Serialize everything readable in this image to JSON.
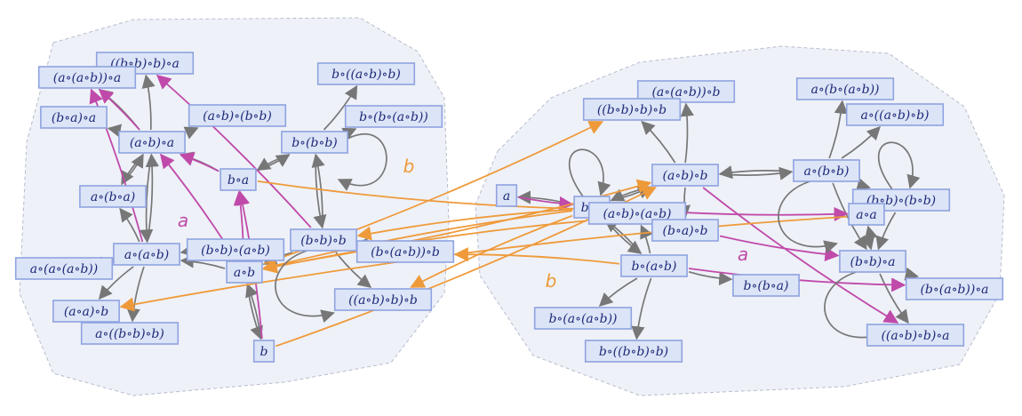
{
  "colors": {
    "gray": "#777777",
    "magenta": "#c04aaa",
    "orange": "#ef9a3a",
    "node_fill": "#dce4f7",
    "node_stroke": "#8fa3e0",
    "node_text": "#1e2a78",
    "region_fill": "#eef1f8"
  },
  "edge_labels": [
    {
      "id": "lbl-a-left",
      "text": "a",
      "color": "magenta"
    },
    {
      "id": "lbl-b-top",
      "text": "b",
      "color": "orange"
    },
    {
      "id": "lbl-a-right",
      "text": "a",
      "color": "magenta"
    },
    {
      "id": "lbl-b-bottom",
      "text": "b",
      "color": "orange"
    }
  ],
  "nodes": [
    {
      "id": "L1",
      "label": "((b∘b)∘b)∘a"
    },
    {
      "id": "L2",
      "label": "(a∘(a∘b))∘a"
    },
    {
      "id": "L3",
      "label": "(b∘a)∘a"
    },
    {
      "id": "L4",
      "label": "(a∘b)∘(b∘b)"
    },
    {
      "id": "L5",
      "label": "b∘((a∘b)∘b)"
    },
    {
      "id": "L6",
      "label": "b∘(b∘(a∘b))"
    },
    {
      "id": "L7",
      "label": "(a∘b)∘a"
    },
    {
      "id": "L8",
      "label": "b∘(b∘b)"
    },
    {
      "id": "L9",
      "label": "b∘a"
    },
    {
      "id": "L10",
      "label": "a∘(b∘a)"
    },
    {
      "id": "L11",
      "label": "a∘(a∘b)"
    },
    {
      "id": "L12",
      "label": "(b∘b)∘(a∘b)"
    },
    {
      "id": "L13",
      "label": "(b∘b)∘b"
    },
    {
      "id": "L14",
      "label": "a∘(a∘(a∘b))"
    },
    {
      "id": "L15",
      "label": "a∘b"
    },
    {
      "id": "L16",
      "label": "(b∘(a∘b))∘b"
    },
    {
      "id": "L17",
      "label": "((a∘b)∘b)∘b"
    },
    {
      "id": "L18",
      "label": "(a∘a)∘b"
    },
    {
      "id": "L19",
      "label": "a∘((b∘b)∘b)"
    },
    {
      "id": "L20",
      "label": "b"
    },
    {
      "id": "R1",
      "label": "(a∘(a∘b))∘b"
    },
    {
      "id": "R2",
      "label": "((b∘b)∘b)∘b"
    },
    {
      "id": "R3",
      "label": "a∘(b∘(a∘b))"
    },
    {
      "id": "R4",
      "label": "a∘((a∘b)∘b)"
    },
    {
      "id": "R5",
      "label": "(a∘b)∘b"
    },
    {
      "id": "R6",
      "label": "a∘(b∘b)"
    },
    {
      "id": "R7",
      "label": "a"
    },
    {
      "id": "R8",
      "label": "b∘b"
    },
    {
      "id": "R9",
      "label": "(a∘b)∘(a∘b)"
    },
    {
      "id": "R10",
      "label": "(b∘b)∘(b∘b)"
    },
    {
      "id": "R11",
      "label": "a∘a"
    },
    {
      "id": "R12",
      "label": "(b∘a)∘b"
    },
    {
      "id": "R13",
      "label": "(b∘b)∘a"
    },
    {
      "id": "R14",
      "label": "b∘(a∘b)"
    },
    {
      "id": "R15",
      "label": "b∘(b∘a)"
    },
    {
      "id": "R16",
      "label": "(b∘(a∘b))∘a"
    },
    {
      "id": "R17",
      "label": "b∘(a∘(a∘b))"
    },
    {
      "id": "R18",
      "label": "((a∘b)∘b)∘a"
    },
    {
      "id": "R19",
      "label": "b∘((b∘b)∘b)"
    }
  ],
  "edges": [
    {
      "from": "L7",
      "to": "L2",
      "color": "gray"
    },
    {
      "from": "L7",
      "to": "L1",
      "color": "gray"
    },
    {
      "from": "L7",
      "to": "L3",
      "color": "gray"
    },
    {
      "from": "L7",
      "to": "L4",
      "color": "gray"
    },
    {
      "from": "L7",
      "to": "L10",
      "color": "gray"
    },
    {
      "from": "L7",
      "to": "L11",
      "color": "gray"
    },
    {
      "from": "L11",
      "to": "L7",
      "color": "gray"
    },
    {
      "from": "L11",
      "to": "L14",
      "color": "gray"
    },
    {
      "from": "L11",
      "to": "L18",
      "color": "gray"
    },
    {
      "from": "L11",
      "to": "L19",
      "color": "gray"
    },
    {
      "from": "L15",
      "to": "L11",
      "color": "gray"
    },
    {
      "from": "L15",
      "to": "L12",
      "color": "gray"
    },
    {
      "from": "L9",
      "to": "L7",
      "color": "gray"
    },
    {
      "from": "L9",
      "to": "L8",
      "color": "gray"
    },
    {
      "from": "L8",
      "to": "L5",
      "color": "gray"
    },
    {
      "from": "L8",
      "to": "L6",
      "color": "gray"
    },
    {
      "from": "L8",
      "to": "L9",
      "color": "gray"
    },
    {
      "from": "L13",
      "to": "L8",
      "color": "gray"
    },
    {
      "from": "L13",
      "to": "L15",
      "color": "gray"
    },
    {
      "from": "L13",
      "to": "L16",
      "color": "gray"
    },
    {
      "from": "L13",
      "to": "L17",
      "color": "gray"
    },
    {
      "from": "L8",
      "to": "L13",
      "color": "gray"
    },
    {
      "from": "L15",
      "to": "L20",
      "color": "gray"
    },
    {
      "from": "L20",
      "to": "L15",
      "color": "gray"
    },
    {
      "from": "L12",
      "to": "L11",
      "color": "gray"
    },
    {
      "from": "L10",
      "to": "L7",
      "color": "gray"
    },
    {
      "from": "L11",
      "to": "L10",
      "color": "gray"
    },
    {
      "from": "L7",
      "to": "L2",
      "color": "magenta"
    },
    {
      "from": "L11",
      "to": "L2",
      "color": "magenta"
    },
    {
      "from": "L9",
      "to": "L7",
      "color": "magenta"
    },
    {
      "from": "L15",
      "to": "L7",
      "color": "magenta"
    },
    {
      "from": "L13",
      "to": "L1",
      "color": "magenta"
    },
    {
      "from": "L15",
      "to": "L9",
      "color": "magenta"
    },
    {
      "from": "L20",
      "to": "L9",
      "color": "magenta"
    },
    {
      "from": "R5",
      "to": "R1",
      "color": "gray"
    },
    {
      "from": "R5",
      "to": "R2",
      "color": "gray"
    },
    {
      "from": "R5",
      "to": "R6",
      "color": "gray"
    },
    {
      "from": "R5",
      "to": "R12",
      "color": "gray"
    },
    {
      "from": "R5",
      "to": "R8",
      "color": "gray"
    },
    {
      "from": "R6",
      "to": "R3",
      "color": "gray"
    },
    {
      "from": "R6",
      "to": "R4",
      "color": "gray"
    },
    {
      "from": "R6",
      "to": "R5",
      "color": "gray"
    },
    {
      "from": "R6",
      "to": "R10",
      "color": "gray"
    },
    {
      "from": "R6",
      "to": "R13",
      "color": "gray"
    },
    {
      "from": "R8",
      "to": "R7",
      "color": "gray"
    },
    {
      "from": "R8",
      "to": "R14",
      "color": "gray"
    },
    {
      "from": "R8",
      "to": "R5",
      "color": "gray"
    },
    {
      "from": "R14",
      "to": "R8",
      "color": "gray"
    },
    {
      "from": "R14",
      "to": "R9",
      "color": "gray"
    },
    {
      "from": "R14",
      "to": "R15",
      "color": "gray"
    },
    {
      "from": "R14",
      "to": "R17",
      "color": "gray"
    },
    {
      "from": "R14",
      "to": "R19",
      "color": "gray"
    },
    {
      "from": "R13",
      "to": "R16",
      "color": "gray"
    },
    {
      "from": "R13",
      "to": "R18",
      "color": "gray"
    },
    {
      "from": "R13",
      "to": "R11",
      "color": "gray"
    },
    {
      "from": "R11",
      "to": "R13",
      "color": "gray"
    },
    {
      "from": "R10",
      "to": "R13",
      "color": "gray"
    },
    {
      "from": "R7",
      "to": "R8",
      "color": "magenta"
    },
    {
      "from": "R8",
      "to": "R11",
      "color": "magenta"
    },
    {
      "from": "R5",
      "to": "R18",
      "color": "magenta"
    },
    {
      "from": "R14",
      "to": "R16",
      "color": "magenta"
    },
    {
      "from": "R12",
      "to": "R13",
      "color": "magenta"
    },
    {
      "from": "L9",
      "to": "R9",
      "color": "orange"
    },
    {
      "from": "L15",
      "to": "R2",
      "color": "orange"
    },
    {
      "from": "L15",
      "to": "R5",
      "color": "orange"
    },
    {
      "from": "L20",
      "to": "R5",
      "color": "orange"
    },
    {
      "from": "R8",
      "to": "L13",
      "color": "orange"
    },
    {
      "from": "R8",
      "to": "L15",
      "color": "orange"
    },
    {
      "from": "R8",
      "to": "L17",
      "color": "orange"
    },
    {
      "from": "R14",
      "to": "L16",
      "color": "orange"
    },
    {
      "from": "R11",
      "to": "L18",
      "color": "orange"
    },
    {
      "from": "R9",
      "to": "L15",
      "color": "orange"
    }
  ],
  "self_loops": [
    {
      "node": "L13",
      "color": "gray",
      "side": "bottom-left"
    },
    {
      "node": "L8",
      "color": "gray",
      "side": "right"
    },
    {
      "node": "R8",
      "color": "gray",
      "side": "top"
    },
    {
      "node": "R6",
      "color": "gray",
      "side": "bottom-left"
    },
    {
      "node": "R13",
      "color": "gray",
      "side": "bottom-left"
    },
    {
      "node": "R10",
      "color": "gray",
      "side": "top"
    }
  ]
}
